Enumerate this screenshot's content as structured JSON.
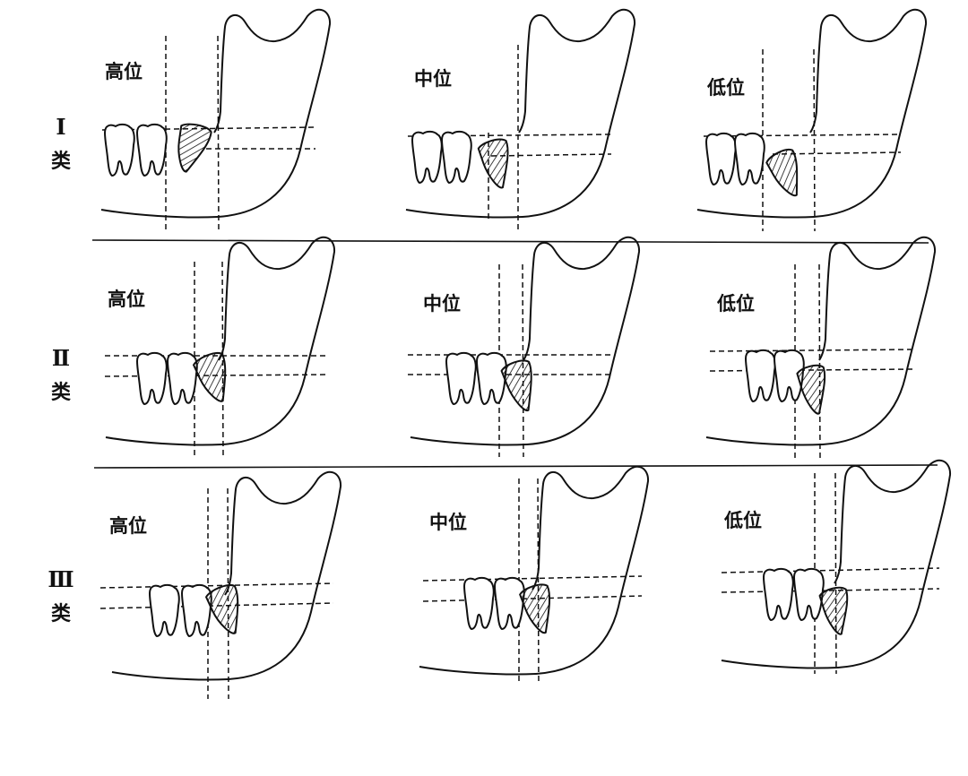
{
  "diagram": {
    "rows": [
      {
        "numeral": "Ⅰ",
        "kind": "类",
        "panels": [
          {
            "label": "高位",
            "depth": "high"
          },
          {
            "label": "中位",
            "depth": "middle"
          },
          {
            "label": "低位",
            "depth": "low"
          }
        ]
      },
      {
        "numeral": "Ⅱ",
        "kind": "类",
        "panels": [
          {
            "label": "高位",
            "depth": "high"
          },
          {
            "label": "中位",
            "depth": "middle"
          },
          {
            "label": "低位",
            "depth": "low"
          }
        ]
      },
      {
        "numeral": "Ⅲ",
        "kind": "类",
        "panels": [
          {
            "label": "高位",
            "depth": "high"
          },
          {
            "label": "中位",
            "depth": "middle"
          },
          {
            "label": "低位",
            "depth": "low"
          }
        ]
      }
    ]
  },
  "colors": {
    "ink": "#111111",
    "background": "#ffffff"
  }
}
